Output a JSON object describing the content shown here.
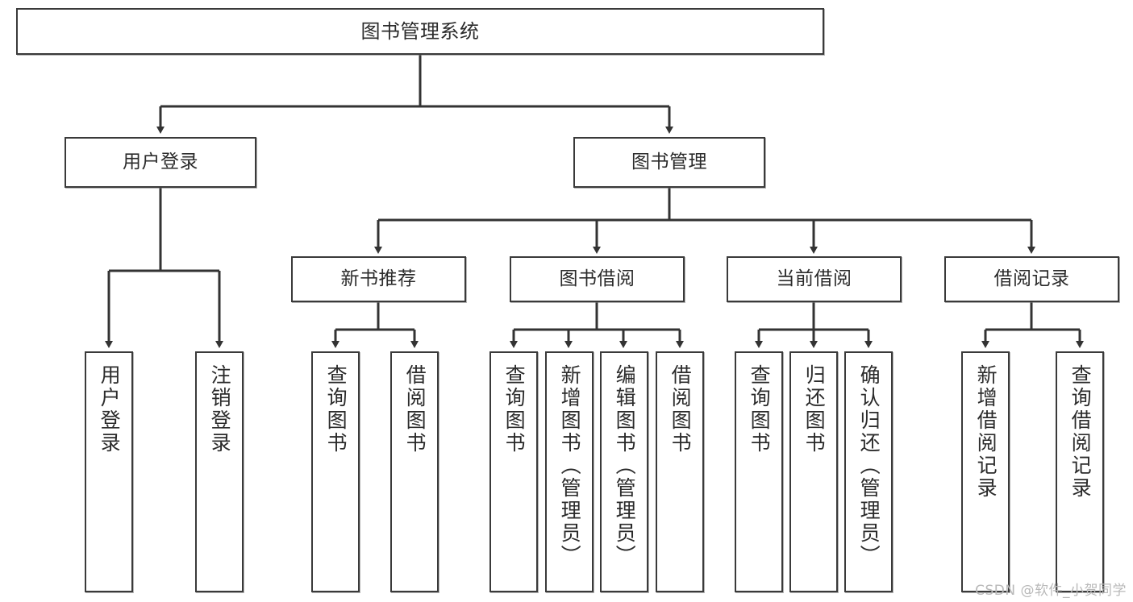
{
  "diagram": {
    "title": "图书管理系统",
    "watermark": "CSDN @软件_小贺同学",
    "type": "tree-hierarchy",
    "colors": {
      "box_border": "#3a3a3a",
      "box_fill": "#ffffff",
      "connector": "#333333",
      "text": "#2b2b2b",
      "watermark": "#b9b9b9"
    },
    "root": {
      "label": "图书管理系统"
    },
    "level2": [
      {
        "label": "用户登录"
      },
      {
        "label": "图书管理"
      }
    ],
    "level3": [
      {
        "label": "新书推荐"
      },
      {
        "label": "图书借阅"
      },
      {
        "label": "当前借阅"
      },
      {
        "label": "借阅记录"
      }
    ],
    "leaves": {
      "user_login": [
        {
          "label": "用户登录"
        },
        {
          "label": "注销登录"
        }
      ],
      "new_book_recommend": [
        {
          "label": "查询图书"
        },
        {
          "label": "借阅图书"
        }
      ],
      "book_borrow": [
        {
          "label": "查询图书"
        },
        {
          "label": "新增图书（管理员）"
        },
        {
          "label": "编辑图书（管理员）"
        },
        {
          "label": "借阅图书"
        }
      ],
      "current_borrow": [
        {
          "label": "查询图书"
        },
        {
          "label": "归还图书"
        },
        {
          "label": "确认归还（管理员）"
        }
      ],
      "borrow_record": [
        {
          "label": "新增借阅记录"
        },
        {
          "label": "查询借阅记录"
        }
      ]
    }
  }
}
